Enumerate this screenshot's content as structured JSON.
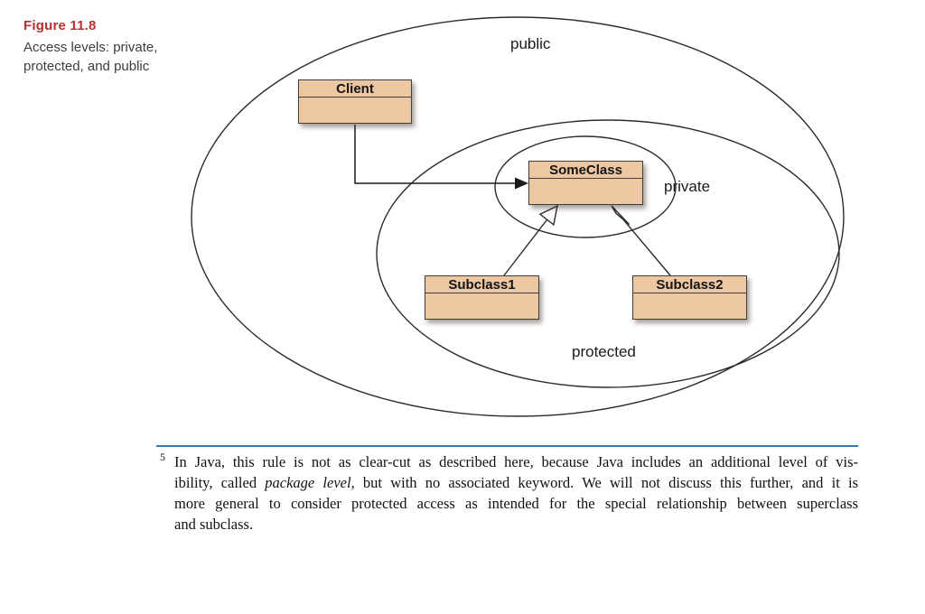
{
  "figure": {
    "label": "Figure 11.8",
    "caption_line1": "Access levels: private,",
    "caption_line2": "protected, and public"
  },
  "diagram": {
    "labels": {
      "public": "public",
      "private": "private",
      "protected": "protected"
    },
    "classes": {
      "client": "Client",
      "someclass": "SomeClass",
      "subclass1": "Subclass1",
      "subclass2": "Subclass2"
    }
  },
  "footnote": {
    "marker": "5",
    "line1": "In Java, this rule is not as clear-cut as described here, because Java includes an additional level of vis-",
    "line2_pre": "ibility, called ",
    "line2_italic": "package level",
    "line2_post": ", but with no associated keyword. We will not discuss this further, and it is",
    "line3": "more general to consider protected access as intended for the special relationship between superclass",
    "line4": "and subclass."
  },
  "colors": {
    "box_fill": "#edc6a2",
    "box_border": "#3e3e3e",
    "figure_label_red": "#b23230",
    "footnote_rule_blue": "#3579b8",
    "diagram_stroke": "#2b2b2b"
  }
}
